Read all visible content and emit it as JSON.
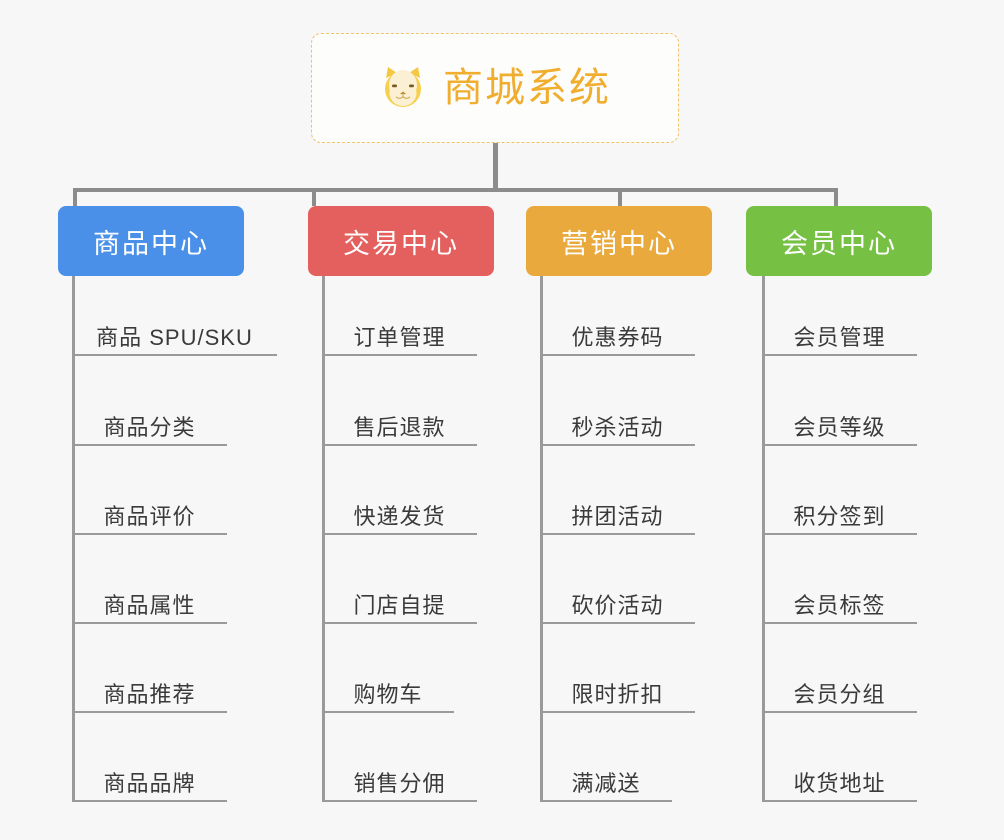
{
  "diagram": {
    "type": "org-chart",
    "background_color": "#f7f7f7",
    "connector_color": "#8c8c8c",
    "root": {
      "title": "商城系统",
      "icon": "shiba-dog-icon",
      "text_color": "#f0ad2e",
      "border_color": "#f0c26a",
      "border_style": "dashed"
    },
    "columns": [
      {
        "title": "商品中心",
        "color": "#4a90e8",
        "items": [
          "商品 SPU/SKU",
          "商品分类",
          "商品评价",
          "商品属性",
          "商品推荐",
          "商品品牌"
        ]
      },
      {
        "title": "交易中心",
        "color": "#e4605e",
        "items": [
          "订单管理",
          "售后退款",
          "快递发货",
          "门店自提",
          "购物车",
          "销售分佣"
        ]
      },
      {
        "title": "营销中心",
        "color": "#e9a93c",
        "items": [
          "优惠券码",
          "秒杀活动",
          "拼团活动",
          "砍价活动",
          "限时折扣",
          "满减送"
        ]
      },
      {
        "title": "会员中心",
        "color": "#76c043",
        "items": [
          "会员管理",
          "会员等级",
          "积分签到",
          "会员标签",
          "会员分组",
          "收货地址"
        ]
      }
    ]
  }
}
